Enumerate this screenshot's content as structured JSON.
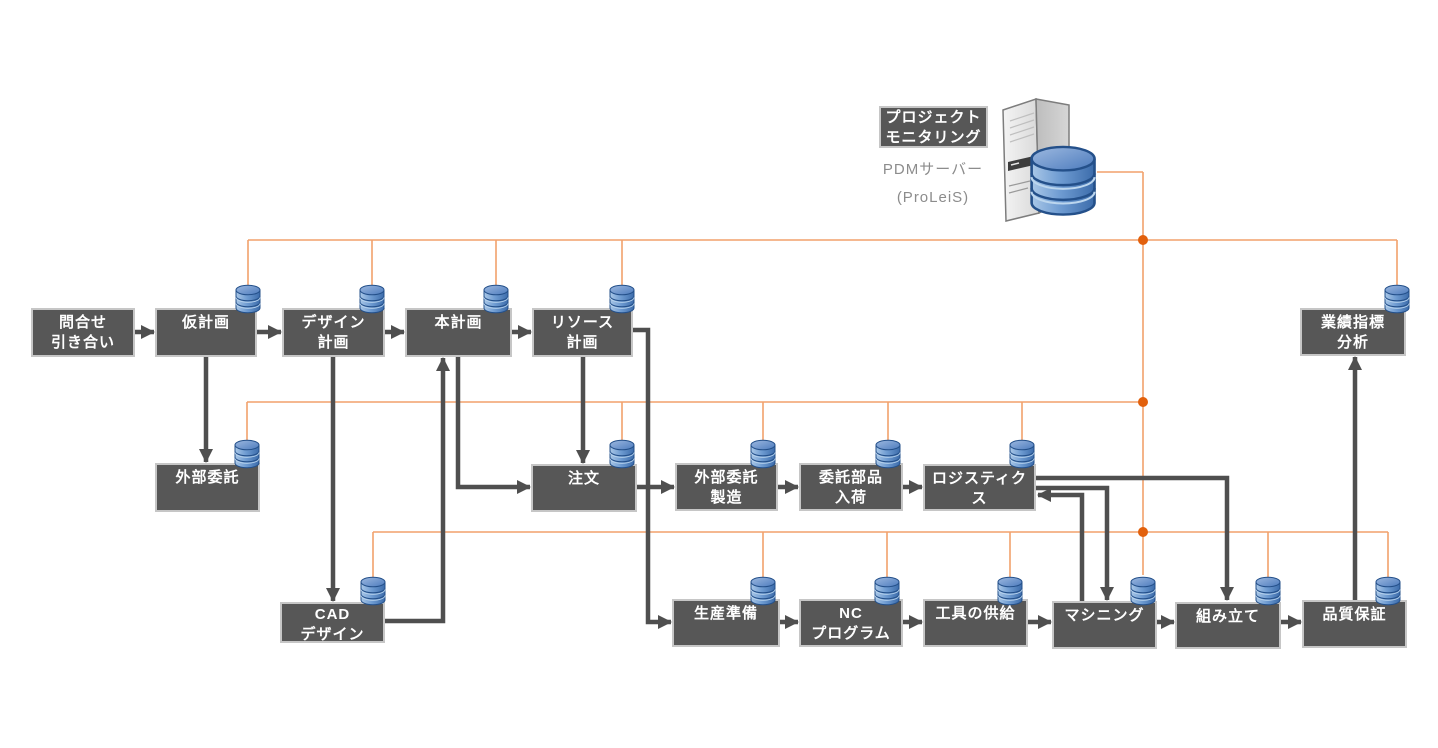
{
  "server": {
    "monitor_label": "プロジェクト\nモニタリング",
    "name": "PDMサーバー",
    "product": "(ProLeiS)"
  },
  "nodes": {
    "inquiry": {
      "label": "問合せ\n引き合い"
    },
    "preliminary_plan": {
      "label": "仮計画"
    },
    "design_plan": {
      "label": "デザイン\n計画"
    },
    "main_plan": {
      "label": "本計画"
    },
    "resource_plan": {
      "label": "リソース\n計画"
    },
    "kpi_analysis": {
      "label": "業績指標\n分析"
    },
    "outsourcing": {
      "label": "外部委託"
    },
    "order": {
      "label": "注文"
    },
    "outsourced_manufacturing": {
      "label": "外部委託\n製造"
    },
    "consigned_parts_arrival": {
      "label": "委託部品\n入荷"
    },
    "logistics": {
      "label": "ロジスティクス"
    },
    "cad_design": {
      "label": "CAD\nデザイン"
    },
    "production_preparation": {
      "label": "生産準備"
    },
    "nc_program": {
      "label": "NC\nプログラム"
    },
    "tool_supply": {
      "label": "工具の供給"
    },
    "machining": {
      "label": "マシニング"
    },
    "assembly": {
      "label": "組み立て"
    },
    "quality_assurance": {
      "label": "品質保証"
    }
  },
  "colors": {
    "node_fill": "#575757",
    "node_border": "#c6c6c6",
    "node_text": "#ffffff",
    "flow_arrow": "#4f4f4f",
    "network_line": "#f2a16c",
    "network_junction": "#e2600c",
    "database_blue": "#4a7cba",
    "caption_text": "#8c8c8c"
  }
}
